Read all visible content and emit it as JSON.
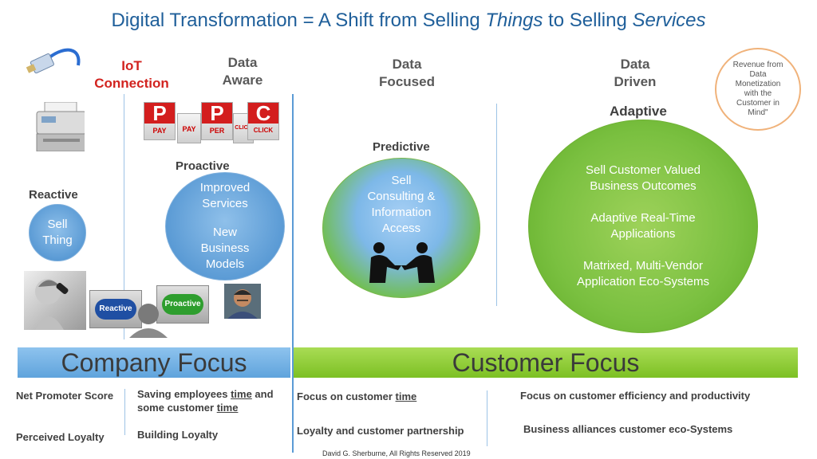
{
  "title": {
    "prefix": "Digital Transformation = A Shift from Selling ",
    "things": "Things",
    "mid": " to Selling ",
    "services": "Services"
  },
  "iot": {
    "line1": "IoT",
    "line2": "Connection"
  },
  "headers": {
    "data_aware": {
      "l1": "Data",
      "l2": "Aware"
    },
    "data_focused": {
      "l1": "Data",
      "l2": "Focused"
    },
    "data_driven": {
      "l1": "Data",
      "l2": "Driven"
    }
  },
  "revenue_note": "Revenue from Data Monetization with the Customer in Mind\"",
  "stages": {
    "reactive": "Reactive",
    "proactive": "Proactive",
    "predictive": "Predictive",
    "adaptive": "Adaptive"
  },
  "circles": {
    "sell_thing": {
      "l1": "Sell",
      "l2": "Thing"
    },
    "proactive": {
      "l1": "Improved",
      "l2": "Services",
      "l3": "New",
      "l4": "Business",
      "l5": "Models"
    },
    "predictive": {
      "l1": "Sell",
      "l2": "Consulting &",
      "l3": "Information",
      "l4": "Access"
    },
    "adaptive": {
      "l1": "Sell Customer Valued",
      "l2": "Business Outcomes",
      "l3": "Adaptive Real-Time",
      "l4": "Applications",
      "l5": "Matrixed, Multi-Vendor",
      "l6": "Application Eco-Systems"
    }
  },
  "ppc": {
    "p1": "P",
    "p2": "P",
    "c": "C",
    "pay1": "PAY",
    "pay2": "PAY",
    "per": "PER",
    "click1": "CLICK",
    "click2": "CLICK"
  },
  "buttons": {
    "reactive": "Reactive",
    "proactive": "Proactive"
  },
  "bars": {
    "company": "Company Focus",
    "customer": "Customer Focus"
  },
  "bottom": {
    "nps": "Net Promoter Score",
    "perceived": "Perceived Loyalty",
    "saving_a": "Saving employees ",
    "saving_time1": "time",
    "saving_b": " and",
    "saving_c": "some customer ",
    "saving_time2": "time",
    "building": "Building Loyalty",
    "focus_a": "Focus on customer ",
    "focus_time": "time",
    "loyalty_partner": "Loyalty and customer partnership",
    "efficiency": "Focus on customer efficiency and productivity",
    "alliances": "Business alliances customer eco-Systems"
  },
  "footer": "David G. Sherburne, All Rights Reserved 2019"
}
